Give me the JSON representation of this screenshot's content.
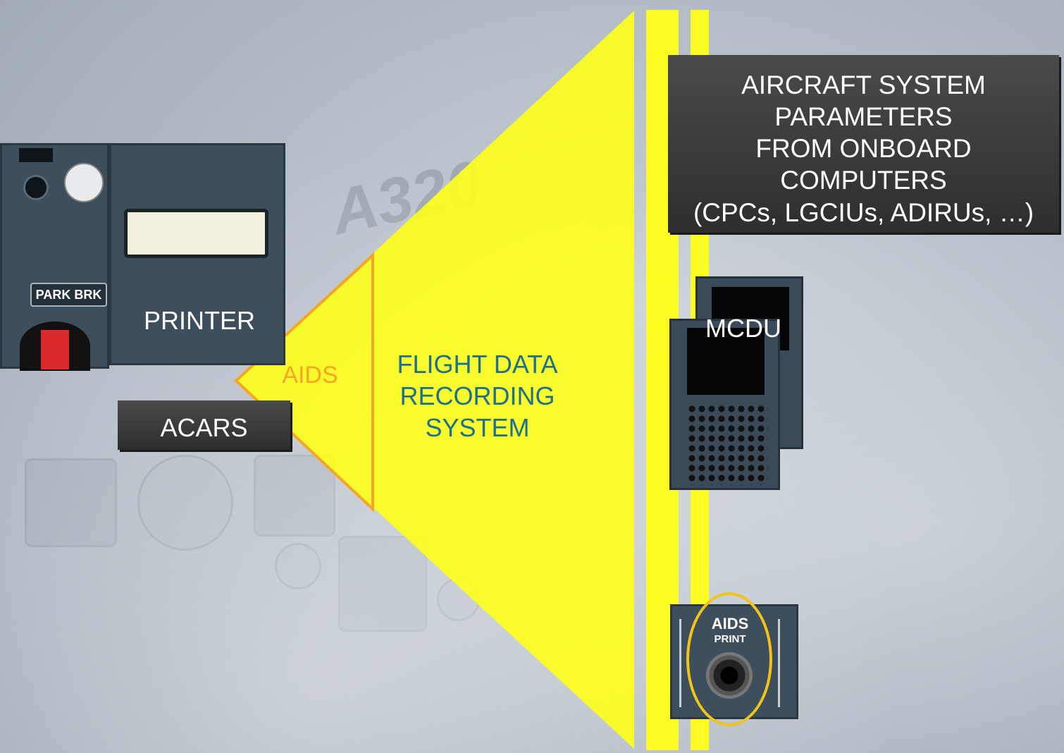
{
  "labels": {
    "aids": "AIDS",
    "fdrs": [
      "FLIGHT DATA",
      "RECORDING",
      "SYSTEM"
    ],
    "printer": "PRINTER",
    "acars": "ACARS",
    "mcdu": "MCDU",
    "systems": [
      "AIRCRAFT SYSTEM",
      "PARAMETERS",
      "FROM ONBOARD",
      "COMPUTERS",
      "(CPCs, LGCIUs, ADIRUs, …)"
    ],
    "park_brk": "PARK BRK",
    "aids_print_title": "AIDS",
    "aids_print_sub": "PRINT",
    "background_logo": "A320"
  },
  "colors": {
    "fdrs_fill": "#ffff1a",
    "aids_outline": "#f5a623",
    "fdrs_text": "#1e6f8a",
    "ring": "#f0c419"
  }
}
